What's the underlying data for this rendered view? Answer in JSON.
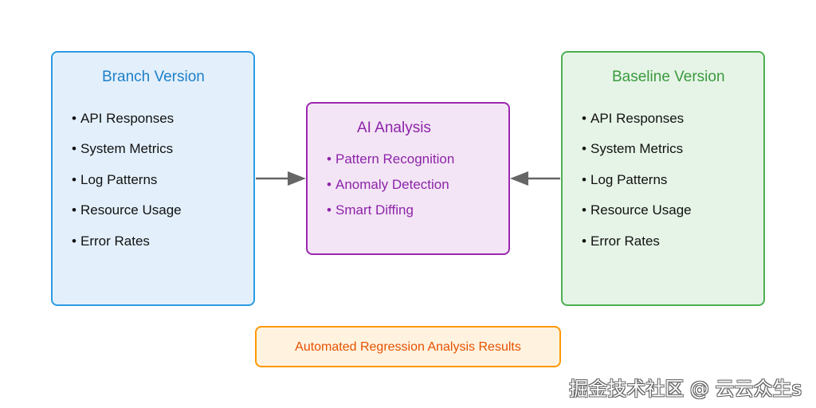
{
  "branch": {
    "title": "Branch Version",
    "items": [
      "API Responses",
      "System Metrics",
      "Log Patterns",
      "Resource Usage",
      "Error Rates"
    ]
  },
  "baseline": {
    "title": "Baseline Version",
    "items": [
      "API Responses",
      "System Metrics",
      "Log Patterns",
      "Resource Usage",
      "Error Rates"
    ]
  },
  "ai": {
    "title": "AI Analysis",
    "items": [
      "Pattern Recognition",
      "Anomaly Detection",
      "Smart Diffing"
    ]
  },
  "results": {
    "label": "Automated Regression Analysis Results"
  },
  "watermark": "掘金技术社区 @ 云云众生s",
  "colors": {
    "branch_border": "#2b9be3",
    "branch_fill": "#e3f0fb",
    "baseline_border": "#4caf50",
    "baseline_fill": "#e6f4e7",
    "ai_border": "#9c27b0",
    "ai_fill": "#f3e5f5",
    "results_border": "#ff9800",
    "results_fill": "#fff3e0",
    "arrow": "#666666"
  }
}
